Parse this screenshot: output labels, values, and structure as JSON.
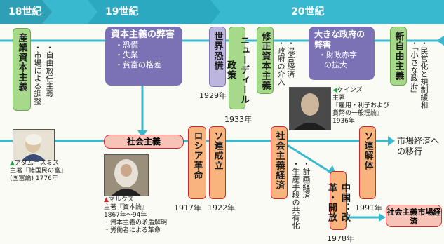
{
  "colors": {
    "teal": "#39b9cf",
    "green_box": "#a7d98a",
    "orange_box": "#f9b47d",
    "purple": "#7b72b5",
    "red": "#d2262f",
    "pink_box": "#f7c3b6",
    "lavender": "#bcb6de"
  },
  "eras": {
    "e18": "18世紀",
    "e19": "19世紀",
    "e20": "20世紀"
  },
  "boxes": {
    "sangyo": "産業資本主義",
    "sekai": "世界恐慌",
    "newdeal": "ニューディール政策",
    "shusei": "修正資本主義",
    "shinjiyu": "新自由主義",
    "shakai": "社会主義",
    "russia": "ロシア革命",
    "soren_seiritsu": "ソ連成立",
    "shakai_keizai": "社会主義経済",
    "china": "中国：改革・開放",
    "soren_kaitai": "ソ連解体",
    "market": "社会主義市場経済"
  },
  "heigai": {
    "title": "資本主義の弊害",
    "items": [
      "・恐慌",
      "・失業",
      "・貧富の格差"
    ]
  },
  "big_gov": {
    "title": "大きな政府の弊害",
    "items": [
      "・財政赤字",
      "の拡大"
    ]
  },
  "texts": {
    "jiyu": "・自由放任主義",
    "shijo": "・市場による調整",
    "kongo": "・混合経済",
    "seifu": "・政府の介入",
    "minei": "・民営化と規制緩和",
    "chiisana": "・「小さな政府」",
    "keikaku": "・計画経済",
    "seisan": "・生産手段の共有化",
    "iko": "市場経済への移行"
  },
  "years": {
    "y1929": "1929年",
    "y1933": "1933年",
    "y1917": "1917年",
    "y1922": "1922年",
    "y1991": "1991年",
    "y1978": "1978年"
  },
  "smith": {
    "tri": "▲",
    "name": "アダム＝スミス",
    "work": "主著『諸国民の富』",
    "work2": "(国富論) 1776年"
  },
  "marx": {
    "tri": "▲",
    "name": "マルクス",
    "work": "主著『資本論』",
    "years": "1867年〜94年",
    "n1": "・資本主義の矛盾解明",
    "n2": "・労働者による革命"
  },
  "keynes": {
    "tri": "◀",
    "name": "ケインズ",
    "work": "主著",
    "work2": "『雇用・利子および",
    "work3": "貨幣の一般理論』",
    "year": "1936年"
  }
}
